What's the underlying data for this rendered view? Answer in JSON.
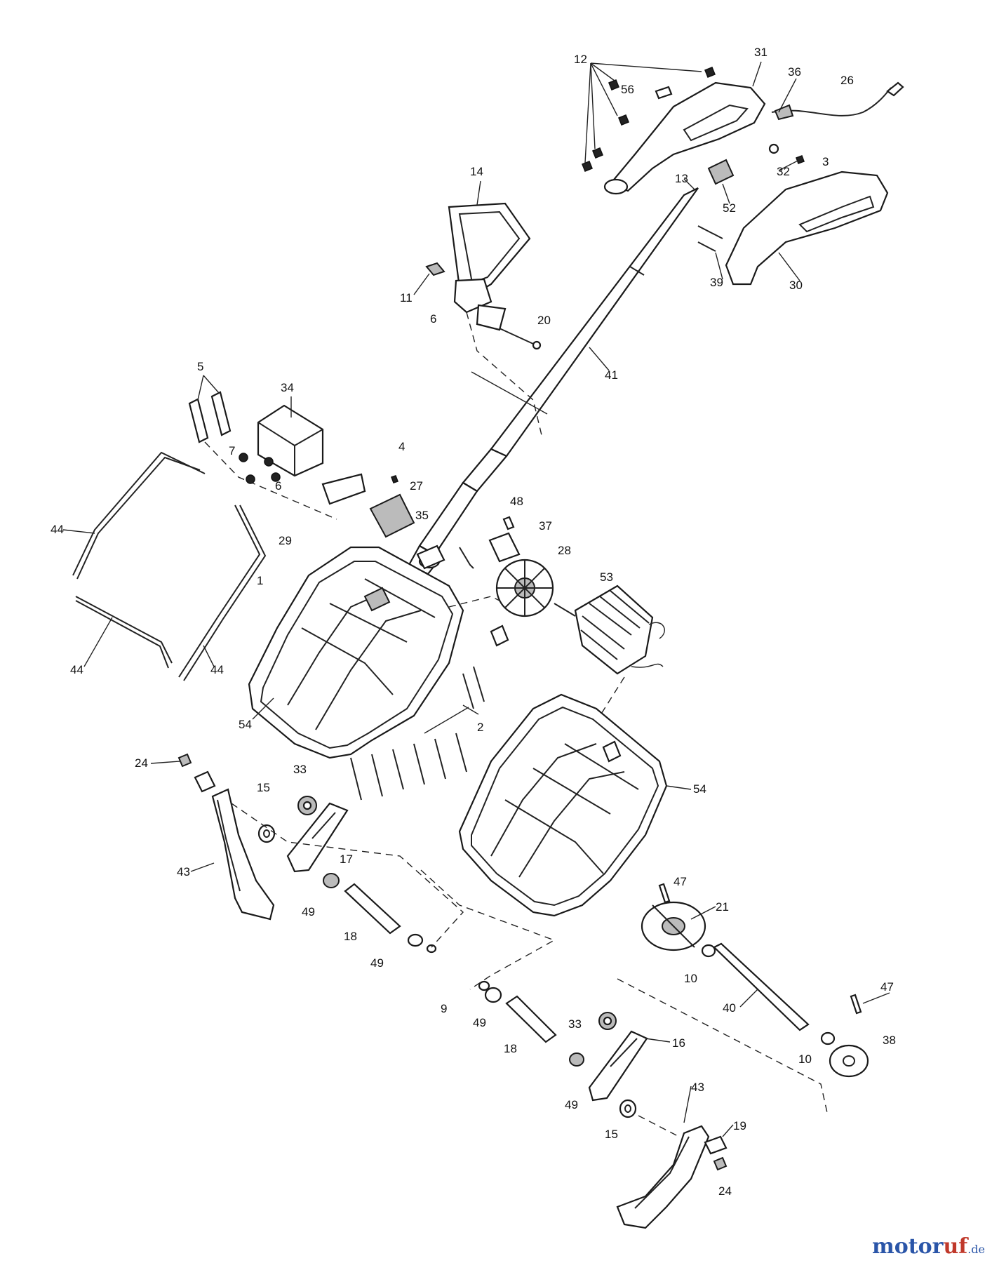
{
  "diagram": {
    "labels": [
      {
        "id": "p12",
        "text": "12"
      },
      {
        "id": "p31",
        "text": "31"
      },
      {
        "id": "p36",
        "text": "36"
      },
      {
        "id": "p26",
        "text": "26"
      },
      {
        "id": "p56",
        "text": "56"
      },
      {
        "id": "p3",
        "text": "3"
      },
      {
        "id": "p32",
        "text": "32"
      },
      {
        "id": "p13",
        "text": "13"
      },
      {
        "id": "p52",
        "text": "52"
      },
      {
        "id": "p14",
        "text": "14"
      },
      {
        "id": "p39",
        "text": "39"
      },
      {
        "id": "p30",
        "text": "30"
      },
      {
        "id": "p11",
        "text": "11"
      },
      {
        "id": "p6a",
        "text": "6"
      },
      {
        "id": "p20",
        "text": "20"
      },
      {
        "id": "p41",
        "text": "41"
      },
      {
        "id": "p5",
        "text": "5"
      },
      {
        "id": "p34",
        "text": "34"
      },
      {
        "id": "p7",
        "text": "7"
      },
      {
        "id": "p6b",
        "text": "6"
      },
      {
        "id": "p4",
        "text": "4"
      },
      {
        "id": "p27",
        "text": "27"
      },
      {
        "id": "p48",
        "text": "48"
      },
      {
        "id": "p37",
        "text": "37"
      },
      {
        "id": "p35",
        "text": "35"
      },
      {
        "id": "p28",
        "text": "28"
      },
      {
        "id": "p53",
        "text": "53"
      },
      {
        "id": "p44a",
        "text": "44"
      },
      {
        "id": "p29",
        "text": "29"
      },
      {
        "id": "p1",
        "text": "1"
      },
      {
        "id": "p44b",
        "text": "44"
      },
      {
        "id": "p44c",
        "text": "44"
      },
      {
        "id": "p54a",
        "text": "54"
      },
      {
        "id": "p2",
        "text": "2"
      },
      {
        "id": "p54b",
        "text": "54"
      },
      {
        "id": "p24a",
        "text": "24"
      },
      {
        "id": "p33a",
        "text": "33"
      },
      {
        "id": "p15a",
        "text": "15"
      },
      {
        "id": "p17",
        "text": "17"
      },
      {
        "id": "p43a",
        "text": "43"
      },
      {
        "id": "p49a",
        "text": "49"
      },
      {
        "id": "p18a",
        "text": "18"
      },
      {
        "id": "p49b",
        "text": "49"
      },
      {
        "id": "p47a",
        "text": "47"
      },
      {
        "id": "p21",
        "text": "21"
      },
      {
        "id": "p10a",
        "text": "10"
      },
      {
        "id": "p9",
        "text": "9"
      },
      {
        "id": "p49c",
        "text": "49"
      },
      {
        "id": "p40",
        "text": "40"
      },
      {
        "id": "p47b",
        "text": "47"
      },
      {
        "id": "p33b",
        "text": "33"
      },
      {
        "id": "p16",
        "text": "16"
      },
      {
        "id": "p18b",
        "text": "18"
      },
      {
        "id": "p10b",
        "text": "10"
      },
      {
        "id": "p38",
        "text": "38"
      },
      {
        "id": "p49d",
        "text": "49"
      },
      {
        "id": "p43b",
        "text": "43"
      },
      {
        "id": "p15b",
        "text": "15"
      },
      {
        "id": "p19",
        "text": "19"
      },
      {
        "id": "p24b",
        "text": "24"
      }
    ]
  },
  "watermark": {
    "main": "motor",
    "accent": "uf",
    "suffix": ".de"
  }
}
